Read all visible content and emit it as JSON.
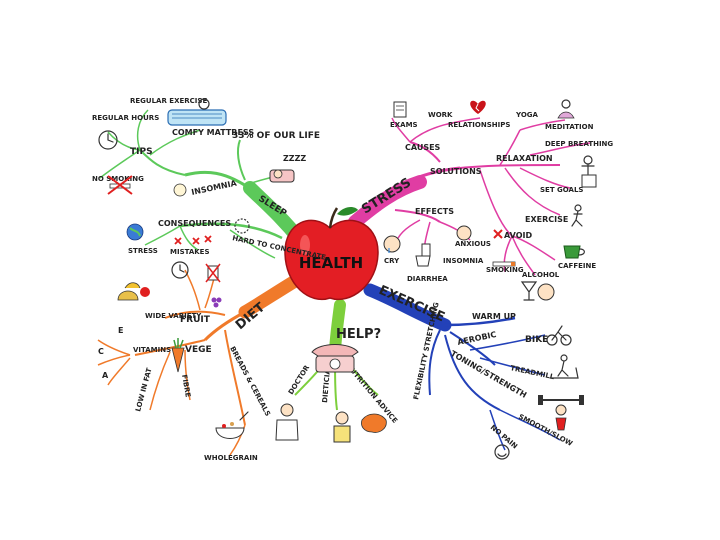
{
  "center": "HEALTH",
  "colors": {
    "sleep": "#5cc95a",
    "stress": "#e03da3",
    "exercise": "#2341b8",
    "help": "#7dcf3c",
    "diet": "#f07a2a",
    "apple": "#e31e24"
  },
  "branches": {
    "sleep": {
      "label": "SLEEP",
      "items": [
        "INSOMNIA",
        "TIPS",
        "REGULAR HOURS",
        "REGULAR EXERCISE",
        "COMFY MATTRESS",
        "33% OF OUR LIFE",
        "ZZZZ",
        "NO SMOKING",
        "CONSEQUENCES",
        "STRESS",
        "MISTAKES",
        "HARD TO CONCENTRATE"
      ]
    },
    "stress": {
      "label": "STRESS",
      "items": [
        "CAUSES",
        "EXAMS",
        "WORK",
        "RELATIONSHIPS",
        "SOLUTIONS",
        "YOGA",
        "MEDITATION",
        "RELAXATION",
        "DEEP BREATHING",
        "SET GOALS",
        "EXERCISE",
        "EFFECTS",
        "ANXIOUS",
        "INSOMNIA",
        "CRY",
        "DIARRHEA",
        "AVOID",
        "SMOKING",
        "ALCOHOL",
        "CAFFEINE"
      ]
    },
    "exercise": {
      "label": "EXERCISE",
      "items": [
        "WARM UP",
        "FLEXIBILITY STRETCHING",
        "AEROBIC",
        "BIKE",
        "TREADMILL",
        "TONING/STRENGTH",
        "SMOOTH/SLOW",
        "NO PAIN"
      ]
    },
    "help": {
      "label": "HELP?",
      "items": [
        "DOCTOR",
        "DIETICIAN",
        "NUTRITION ADVICE"
      ]
    },
    "diet": {
      "label": "DIET",
      "items": [
        "FRUIT",
        "WIDE VARIETY",
        "VEGE",
        "VITAMINS",
        "E",
        "C",
        "A",
        "LOW IN FAT",
        "FIBRE",
        "BREADS & CEREALS",
        "WHOLEGRAIN"
      ]
    }
  }
}
